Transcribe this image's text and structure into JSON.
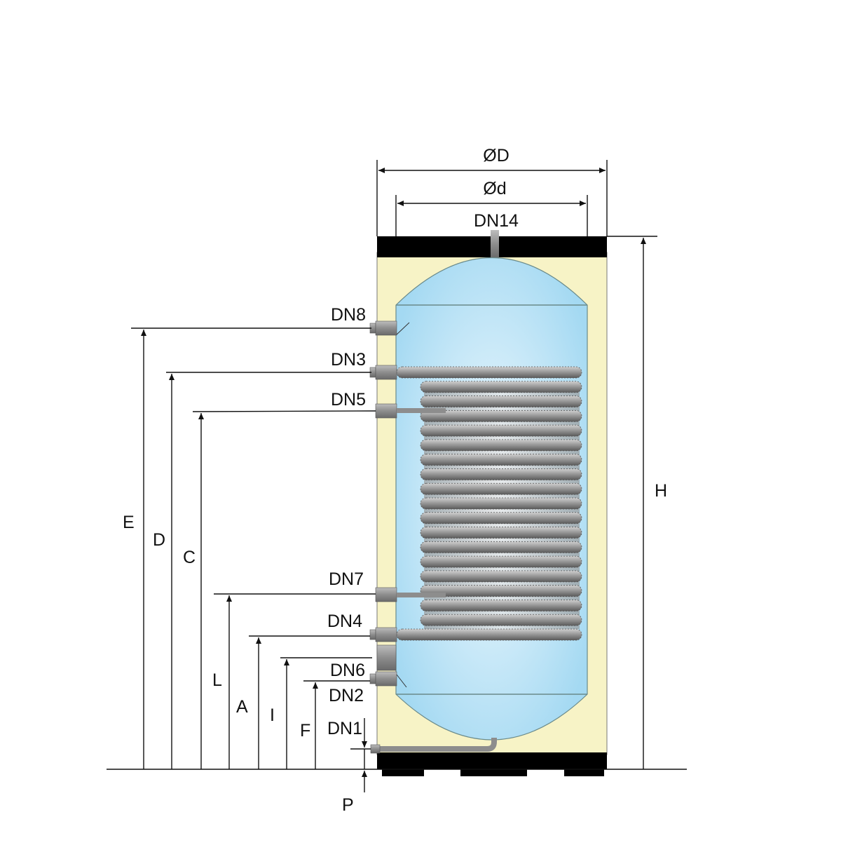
{
  "diagram": {
    "top_dimensions": {
      "outer_diameter": "ØD",
      "inner_diameter": "Ød"
    },
    "connections": {
      "dn14": "DN14",
      "dn8": "DN8",
      "dn3": "DN3",
      "dn5": "DN5",
      "dn7": "DN7",
      "dn4": "DN4",
      "dn6": "DN6",
      "dn2": "DN2",
      "dn1": "DN1"
    },
    "height_dimensions": {
      "h": "H",
      "e": "E",
      "d": "D",
      "c": "C",
      "l": "L",
      "a": "A",
      "i": "I",
      "f": "F",
      "p": "P"
    },
    "coil_turns": 19,
    "colors": {
      "insulation": "#f7f3c6",
      "tank_light": "#eef9ff",
      "tank": "#a9dcf3",
      "cap": "#000000",
      "coil": "#8c8c8c"
    }
  }
}
